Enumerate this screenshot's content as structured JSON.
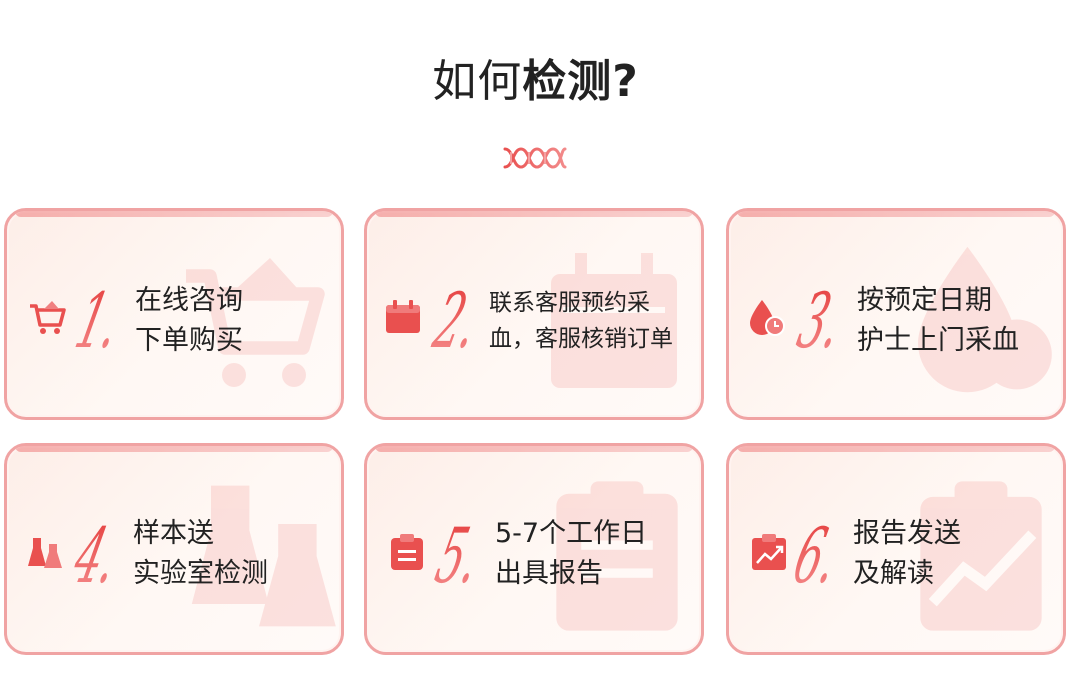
{
  "header": {
    "title_light": "如何",
    "title_bold": "检测?"
  },
  "accent_color": "#e9504f",
  "steps": [
    {
      "number": "1.",
      "icon": "shopping-cart-icon",
      "line1": "在线咨询",
      "line2": "下单购买"
    },
    {
      "number": "2.",
      "icon": "calendar-icon",
      "line1": "联系客服预约采",
      "line2": "血，客服核销订单"
    },
    {
      "number": "3.",
      "icon": "blood-drop-clock-icon",
      "line1": "按预定日期",
      "line2": "护士上门采血"
    },
    {
      "number": "4.",
      "icon": "lab-flask-icon",
      "line1": "样本送",
      "line2": "实验室检测"
    },
    {
      "number": "5.",
      "icon": "clipboard-icon",
      "line1": "5-7个工作日",
      "line2": "出具报告"
    },
    {
      "number": "6.",
      "icon": "report-chart-icon",
      "line1": "报告发送",
      "line2": "及解读"
    }
  ]
}
